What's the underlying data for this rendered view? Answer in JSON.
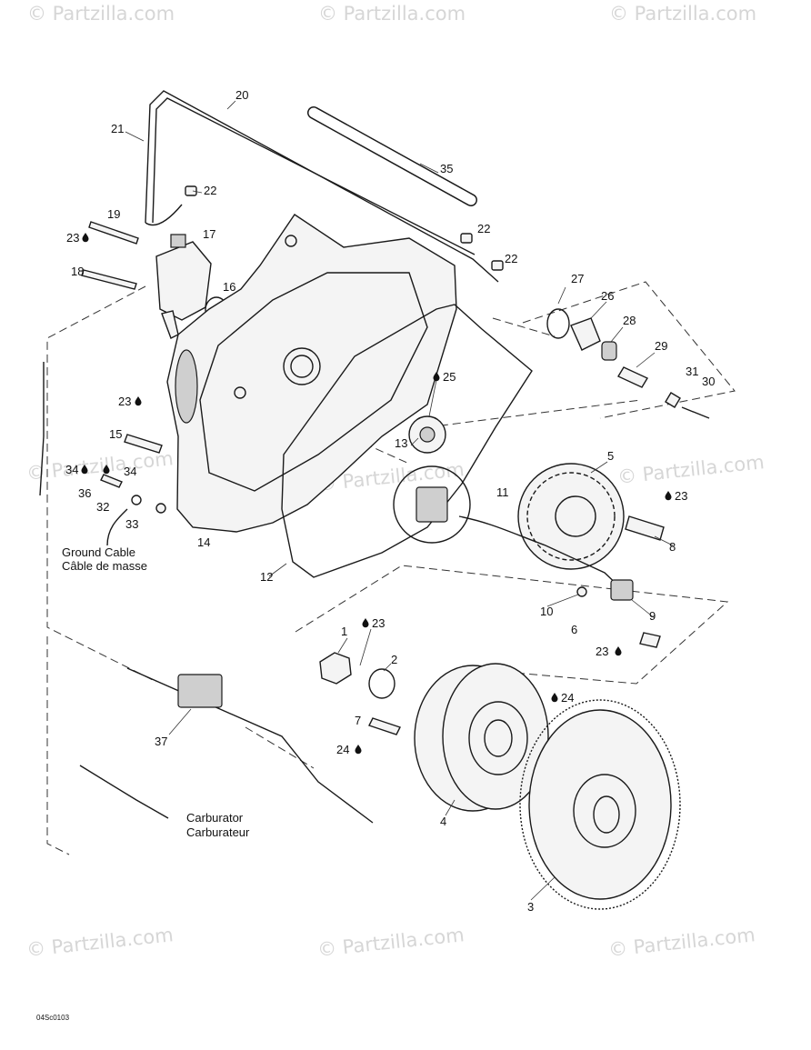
{
  "watermark": {
    "text": "© Partzilla.com"
  },
  "callouts": [
    {
      "id": "c20",
      "text": "20"
    },
    {
      "id": "c21",
      "text": "21"
    },
    {
      "id": "c22a",
      "text": "22"
    },
    {
      "id": "c35",
      "text": "35"
    },
    {
      "id": "c19",
      "text": "19"
    },
    {
      "id": "c17",
      "text": "17"
    },
    {
      "id": "c23a",
      "text": "23"
    },
    {
      "id": "c18",
      "text": "18"
    },
    {
      "id": "c22b",
      "text": "22"
    },
    {
      "id": "c22c",
      "text": "22"
    },
    {
      "id": "c16",
      "text": "16"
    },
    {
      "id": "c27",
      "text": "27"
    },
    {
      "id": "c26",
      "text": "26"
    },
    {
      "id": "c28",
      "text": "28"
    },
    {
      "id": "c29",
      "text": "29"
    },
    {
      "id": "c31",
      "text": "31"
    },
    {
      "id": "c30",
      "text": "30"
    },
    {
      "id": "c25",
      "text": "25"
    },
    {
      "id": "c23b",
      "text": "23"
    },
    {
      "id": "c15",
      "text": "15"
    },
    {
      "id": "c13",
      "text": "13"
    },
    {
      "id": "c5",
      "text": "5"
    },
    {
      "id": "c34a",
      "text": "34"
    },
    {
      "id": "c34b",
      "text": "34"
    },
    {
      "id": "c36",
      "text": "36"
    },
    {
      "id": "c32",
      "text": "32"
    },
    {
      "id": "c33",
      "text": "33"
    },
    {
      "id": "c11",
      "text": "11"
    },
    {
      "id": "c23c",
      "text": "23"
    },
    {
      "id": "c8",
      "text": "8"
    },
    {
      "id": "c14",
      "text": "14"
    },
    {
      "id": "c12",
      "text": "12"
    },
    {
      "id": "c10",
      "text": "10"
    },
    {
      "id": "c9",
      "text": "9"
    },
    {
      "id": "c6",
      "text": "6"
    },
    {
      "id": "c23d",
      "text": "23"
    },
    {
      "id": "c1",
      "text": "1"
    },
    {
      "id": "c23e",
      "text": "23"
    },
    {
      "id": "c2",
      "text": "2"
    },
    {
      "id": "c24a",
      "text": "24"
    },
    {
      "id": "c7",
      "text": "7"
    },
    {
      "id": "c24b",
      "text": "24"
    },
    {
      "id": "c37",
      "text": "37"
    },
    {
      "id": "c4",
      "text": "4"
    },
    {
      "id": "c3",
      "text": "3"
    }
  ],
  "captions": {
    "ground_cable_en": "Ground Cable",
    "ground_cable_fr": "Câble de masse",
    "carburator_en": "Carburator",
    "carburator_fr": "Carburateur"
  },
  "drawing_code": "04Sc0103"
}
